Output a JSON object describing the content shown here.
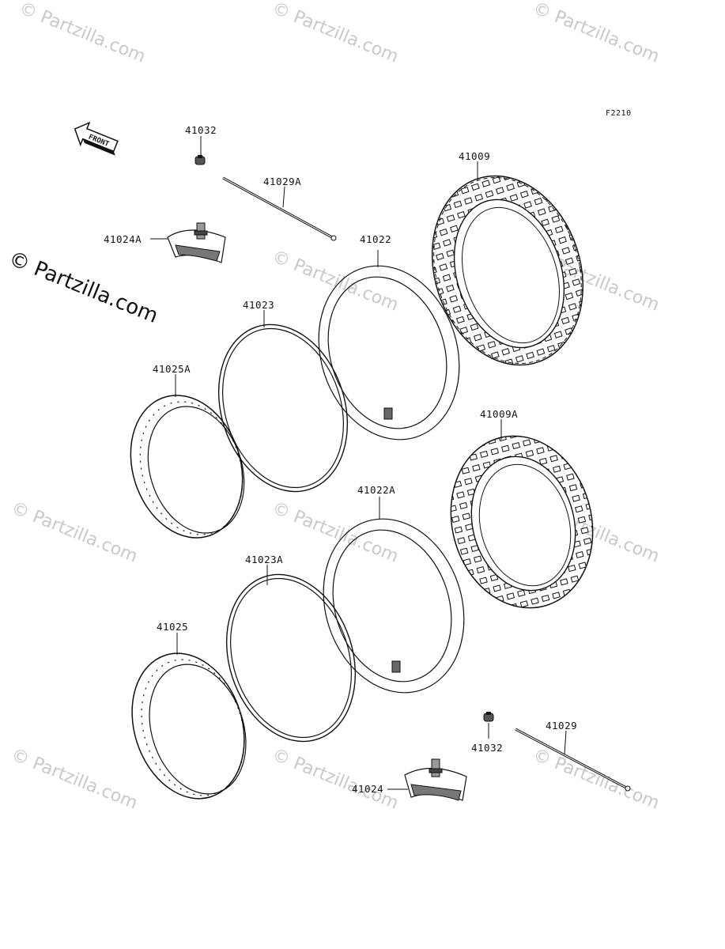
{
  "diagram": {
    "figure_code": "F2210",
    "front_label": "FRONT",
    "watermark": "© Partzilla.com",
    "parts": [
      {
        "id": "41032-top",
        "label": "41032"
      },
      {
        "id": "41029A",
        "label": "41029A"
      },
      {
        "id": "41024A",
        "label": "41024A"
      },
      {
        "id": "41022",
        "label": "41022"
      },
      {
        "id": "41009",
        "label": "41009"
      },
      {
        "id": "41023",
        "label": "41023"
      },
      {
        "id": "41025A",
        "label": "41025A"
      },
      {
        "id": "41009A",
        "label": "41009A"
      },
      {
        "id": "41022A",
        "label": "41022A"
      },
      {
        "id": "41023A",
        "label": "41023A"
      },
      {
        "id": "41025",
        "label": "41025"
      },
      {
        "id": "41029",
        "label": "41029"
      },
      {
        "id": "41032-bottom",
        "label": "41032"
      },
      {
        "id": "41024",
        "label": "41024"
      }
    ]
  }
}
